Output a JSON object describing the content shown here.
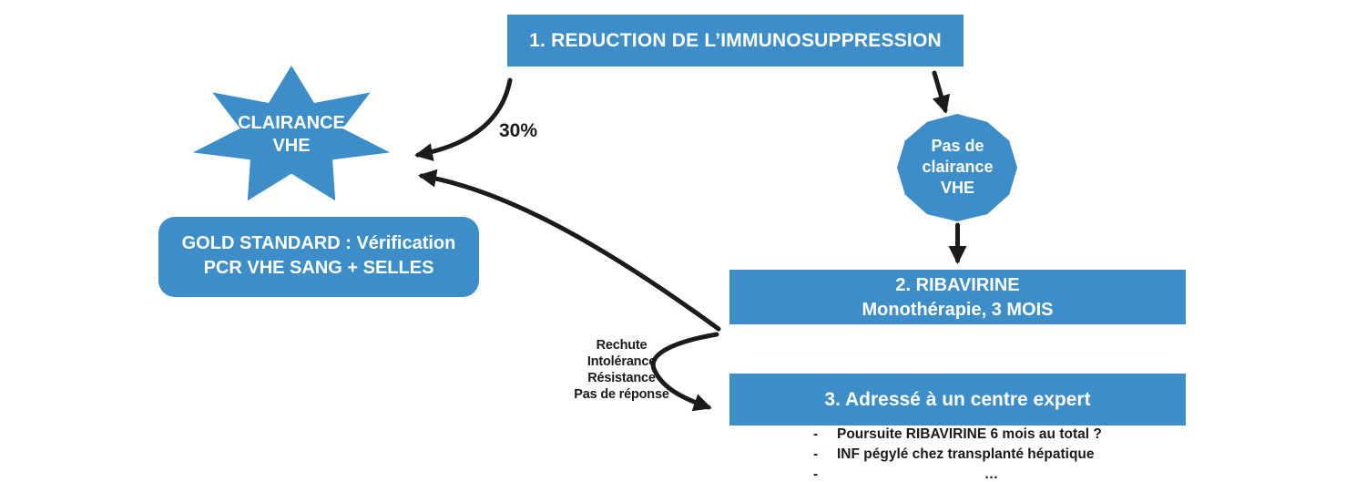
{
  "colors": {
    "primary_blue": "#3D8EC8",
    "ink_black": "#1B1B1B"
  },
  "steps": {
    "step1": {
      "label": "1. REDUCTION DE L’IMMUNOSUPPRESSION"
    },
    "step2": {
      "line1": "2. RIBAVIRINE",
      "line2": "Monothérapie, 3 MOIS"
    },
    "step3": {
      "label": "3. Adressé à un centre expert"
    }
  },
  "clairance_star": {
    "line1": "CLAIRANCE",
    "line2": "VHE"
  },
  "gold_standard": {
    "line1": "GOLD STANDARD : Vérification",
    "line2": "PCR VHE SANG + SELLES"
  },
  "no_clearance": {
    "line1": "Pas de",
    "line2": "clairance",
    "line3": "VHE"
  },
  "annotations": {
    "thirty_percent": "30%",
    "relapse_lines": [
      "Rechute",
      "Intolérance",
      "Résistance",
      "Pas de réponse"
    ]
  },
  "expert_options": {
    "dash": "-",
    "items": [
      "Poursuite RIBAVIRINE 6 mois au total ?",
      "INF pégylé chez transplanté hépatique",
      "…"
    ]
  }
}
